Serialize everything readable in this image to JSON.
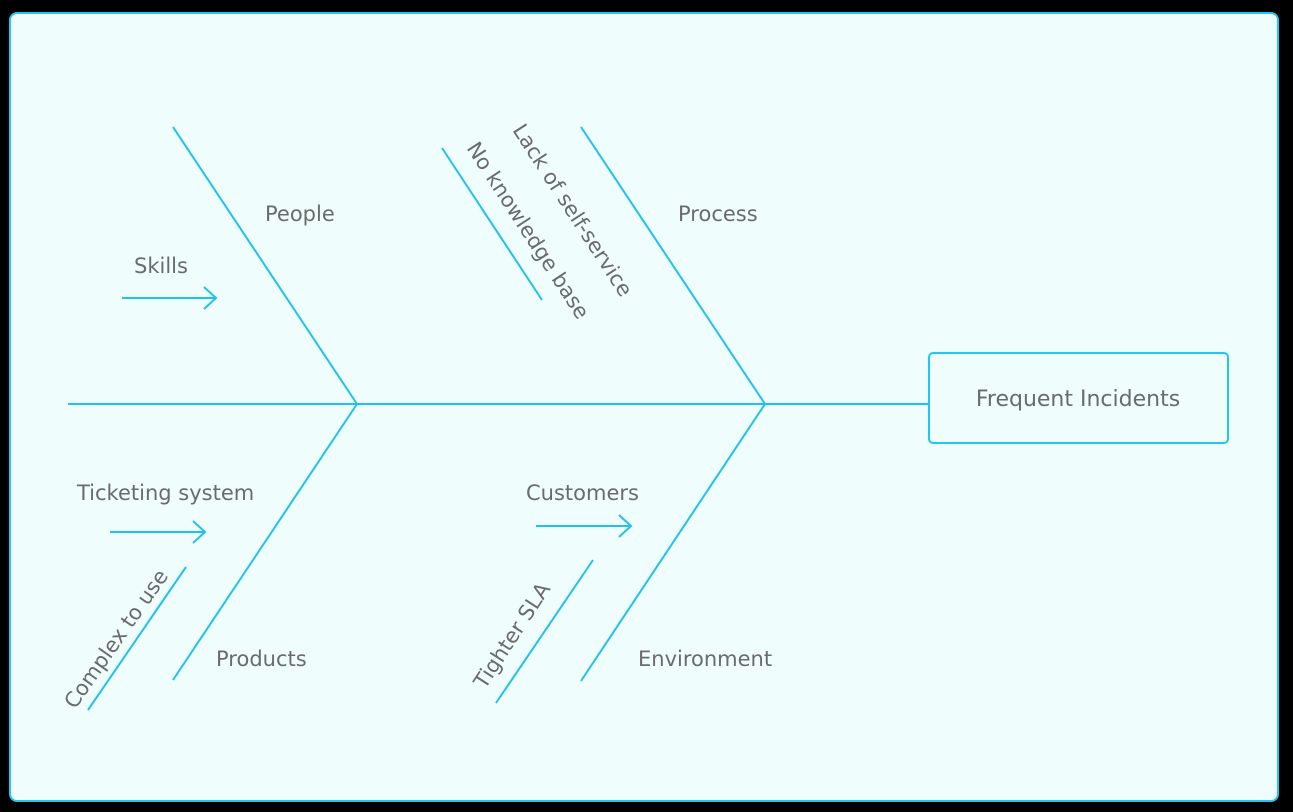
{
  "diagram": {
    "type": "fishbone",
    "effect": "Frequent Incidents",
    "colors": {
      "line": "#22c1ea",
      "background": "#effdfd",
      "text": "#6b6b6b"
    },
    "categories": [
      {
        "label": "People",
        "causes": [
          {
            "label": "Skills",
            "style": "arrow"
          }
        ]
      },
      {
        "label": "Process",
        "causes": [
          {
            "label": "Lack of self-service",
            "style": "slanted"
          },
          {
            "label": "No knowledge base",
            "style": "slanted"
          }
        ]
      },
      {
        "label": "Products",
        "causes": [
          {
            "label": "Ticketing system",
            "style": "arrow"
          },
          {
            "label": "Complex to use",
            "style": "slanted"
          }
        ]
      },
      {
        "label": "Environment",
        "causes": [
          {
            "label": "Customers",
            "style": "arrow"
          },
          {
            "label": "Tighter SLA",
            "style": "slanted"
          }
        ]
      }
    ]
  }
}
